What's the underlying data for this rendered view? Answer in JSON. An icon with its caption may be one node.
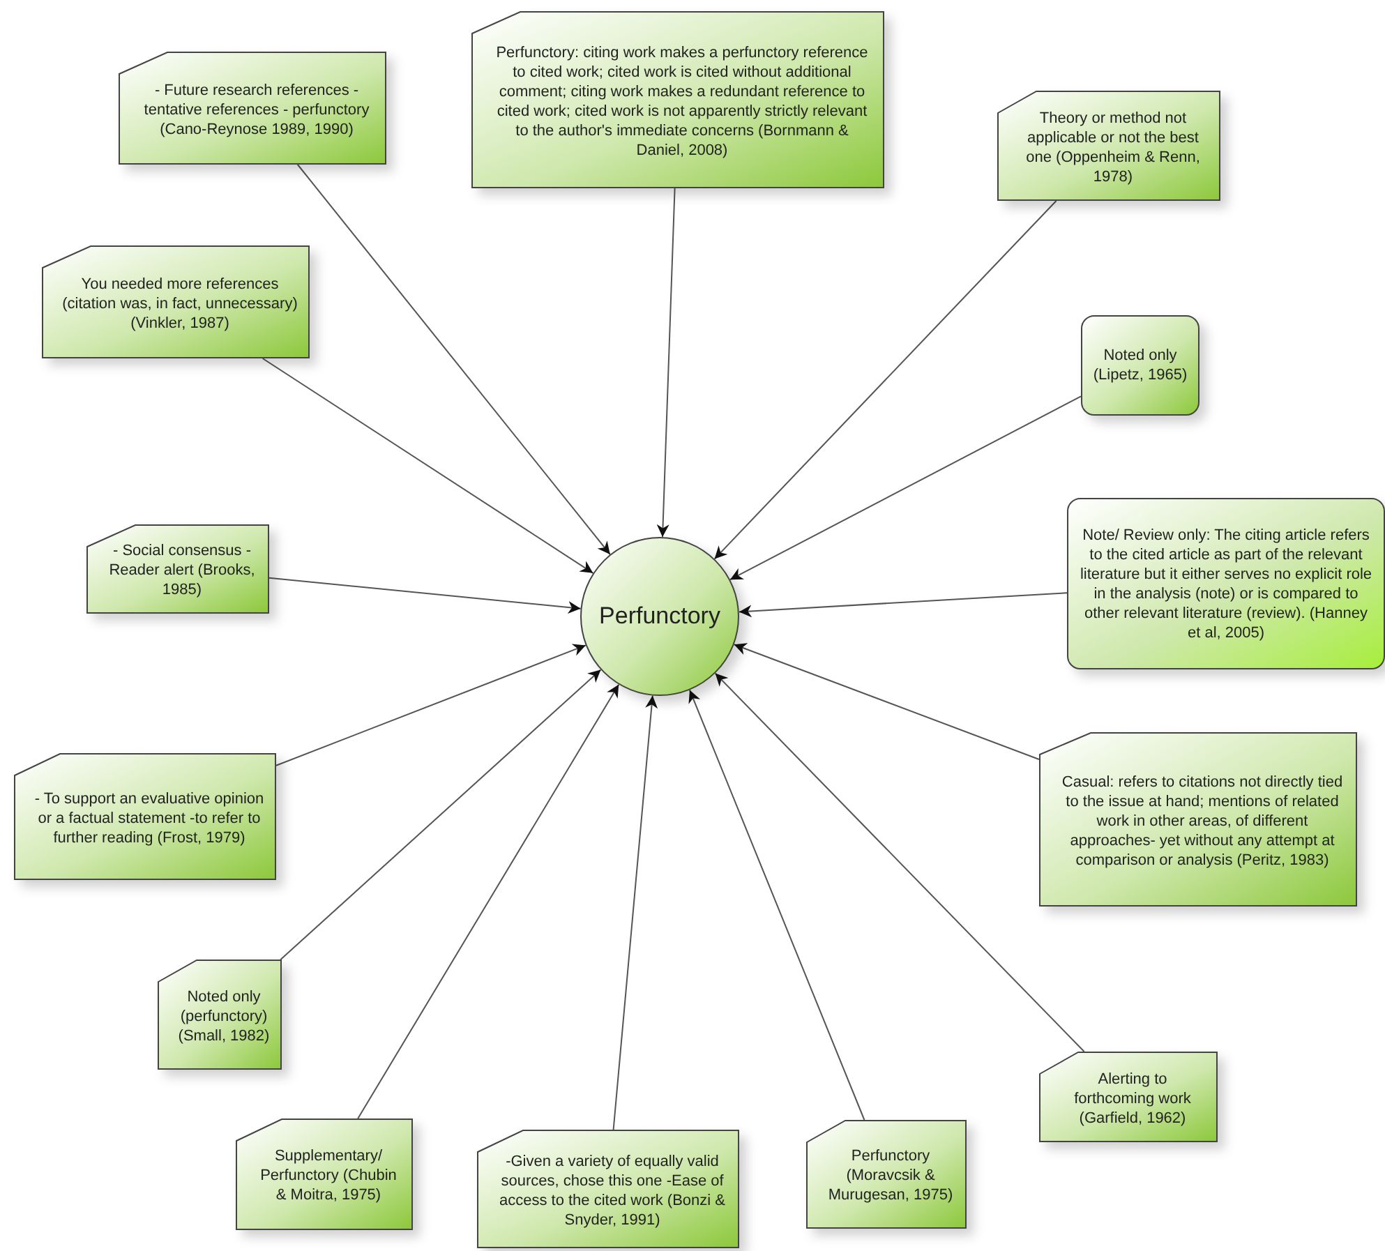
{
  "diagram": {
    "nodes": [
      {
        "text": [
          "Perfunctory"
        ]
      },
      {
        "text": [
          "- Future research references - tentative references - perfunctory (Cano-Reynose 1989, 1990)"
        ]
      },
      {
        "text": [
          "Perfunctory: citing work makes a perfunctory reference to cited work; cited work is cited without additional comment; citing work makes a redundant reference to cited work; cited work is not apparently strictly relevant to the author's immediate concerns (Bornmann & Daniel, 2008)"
        ]
      },
      {
        "text": [
          "Theory or method not applicable or not the best one  (Oppenheim & Renn, 1978)"
        ]
      },
      {
        "text": [
          "You needed more references (citation was, in fact, unnecessary)  (Vinkler, 1987)"
        ]
      },
      {
        "text": [
          "Noted only (Lipetz, 1965)"
        ]
      },
      {
        "text": [
          "- Social consensus - Reader alert (Brooks, 1985)"
        ]
      },
      {
        "text": [
          "Note/ Review only: The citing article refers to the cited article as part of the relevant literature but it either serves no explicit role in the analysis (note) or is compared to other relevant literature (review).  (Hanney et al, 2005)"
        ]
      },
      {
        "text": [
          "- To support an evaluative opinion or a factual statement -to refer to further reading (Frost, 1979)"
        ]
      },
      {
        "text": [
          "Casual: refers to citations not directly tied to the issue at hand; mentions of related work in other areas, of different approaches- yet without any attempt at comparison or analysis (Peritz, 1983)"
        ]
      },
      {
        "text": [
          "Noted only (perfunctory) (Small, 1982)"
        ]
      },
      {
        "text": [
          "Supplementary/ Perfunctory (Chubin & Moitra, 1975)"
        ]
      },
      {
        "text": [
          "Alerting to forthcoming work (Garfield, 1962)"
        ]
      },
      {
        "text": [
          "-Given a variety of equally valid sources, chose this one -Ease of access to the cited work (Bonzi & Snyder, 1991)"
        ]
      },
      {
        "text": [
          "Perfunctory (Moravcsik & Murugesan, 1975)"
        ]
      }
    ],
    "edges": [
      {
        "from": 1,
        "to": 0,
        "arrow": "to"
      },
      {
        "from": 2,
        "to": 0,
        "arrow": "to"
      },
      {
        "from": 3,
        "to": 0,
        "arrow": "to"
      },
      {
        "from": 4,
        "to": 0,
        "arrow": "to"
      },
      {
        "from": 5,
        "to": 0,
        "arrow": "to"
      },
      {
        "from": 6,
        "to": 0,
        "arrow": "to"
      },
      {
        "from": 7,
        "to": 0,
        "arrow": "to"
      },
      {
        "from": 8,
        "to": 0,
        "arrow": "to"
      },
      {
        "from": 9,
        "to": 0,
        "arrow": "to"
      },
      {
        "from": 10,
        "to": 0,
        "arrow": "to"
      },
      {
        "from": 11,
        "to": 0,
        "arrow": "to"
      },
      {
        "from": 12,
        "to": 0,
        "arrow": "to"
      },
      {
        "from": 13,
        "to": 0,
        "arrow": "to"
      },
      {
        "from": 14,
        "to": 0,
        "arrow": "to"
      }
    ]
  }
}
